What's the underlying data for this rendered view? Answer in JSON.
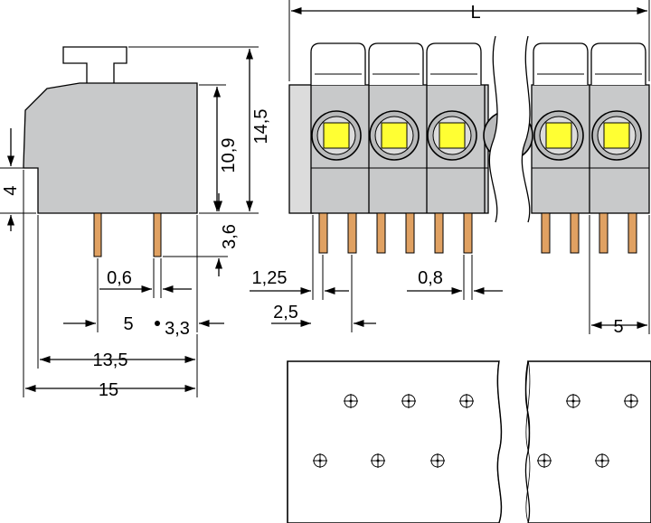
{
  "dimensions": {
    "L": "L",
    "height_total": "14,5",
    "height_body": "10,9",
    "pin_length": "3,6",
    "side_offset": "4",
    "pin_width_side": "0,6",
    "pin_spacing_side": "5",
    "pin_offset_side": "3,3",
    "depth_inner": "13,5",
    "depth_total": "15",
    "offset_1": "1,25",
    "offset_2": "2,5",
    "pin_width_front": "0,8",
    "pitch": "5"
  }
}
